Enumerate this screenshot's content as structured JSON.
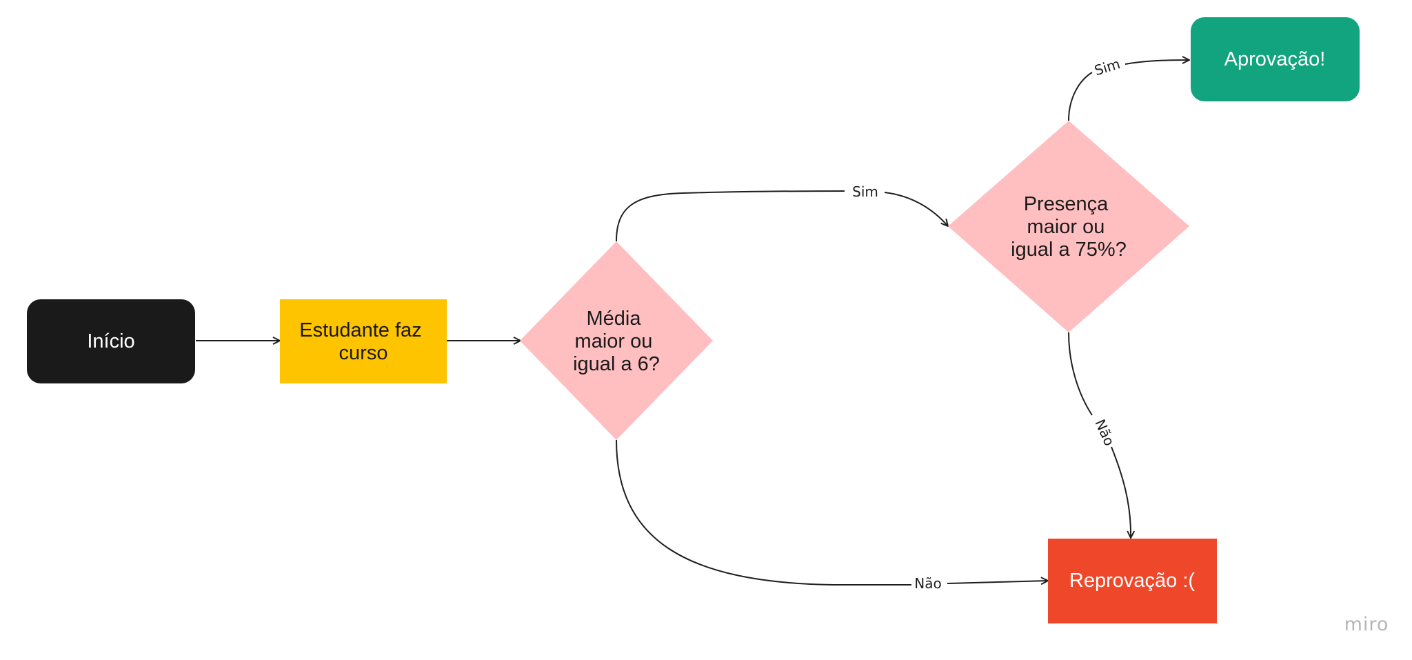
{
  "colors": {
    "start": "#1a1a1a",
    "process": "#fec400",
    "decision": "#ffbfc1",
    "approved": "#12a37f",
    "rejected": "#ef4729",
    "edge": "#1e1e1e"
  },
  "nodes": {
    "start": {
      "label": "Início"
    },
    "course": {
      "lines": [
        "Estudante faz",
        "curso"
      ]
    },
    "grade_decision": {
      "lines": [
        "Média",
        "maior ou",
        "igual a 6?"
      ]
    },
    "attendance_decision": {
      "lines": [
        "Presença",
        "maior ou",
        "igual a 75%?"
      ]
    },
    "approved": {
      "label": "Aprovação!"
    },
    "rejected": {
      "label": "Reprovação :("
    }
  },
  "edges": {
    "grade_yes": "Sim",
    "grade_no": "Não",
    "attendance_yes": "Sim",
    "attendance_no": "Não"
  },
  "watermark": "miro"
}
